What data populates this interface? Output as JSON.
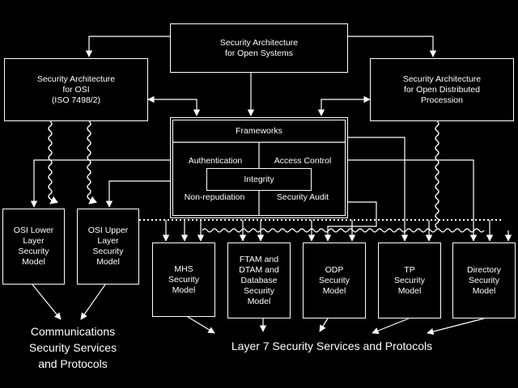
{
  "top_box": "Security Architecture\nfor Open Systems",
  "osi_box": "Security Architecture\nfor OSI\n(ISO 7498/2)",
  "odp_box": "Security Architecture\nfor Open Distributed\nProcession",
  "frameworks": {
    "title": "Frameworks",
    "authentication": "Authentication",
    "access_control": "Access Control",
    "integrity": "Integrity",
    "non_repudiation": "Non-repudiation",
    "security_audit": "Security Audit"
  },
  "models": {
    "osi_lower": "OSI Lower\nLayer\nSecurity\nModel",
    "osi_upper": "OSI Upper\nLayer\nSecurity\nModel",
    "mhs": "MHS\nSecurity\nModel",
    "ftam": "FTAM and\nDTAM and\nDatabase\nSecurity\nModel",
    "odp": "ODP\nSecurity\nModel",
    "tp": "TP\nSecurity\nModel",
    "directory": "Directory\nSecurity\nModel"
  },
  "bottom": {
    "communications": "Communications\nSecurity Services\nand Protocols",
    "layer7": "Layer 7 Security Services and Protocols"
  }
}
